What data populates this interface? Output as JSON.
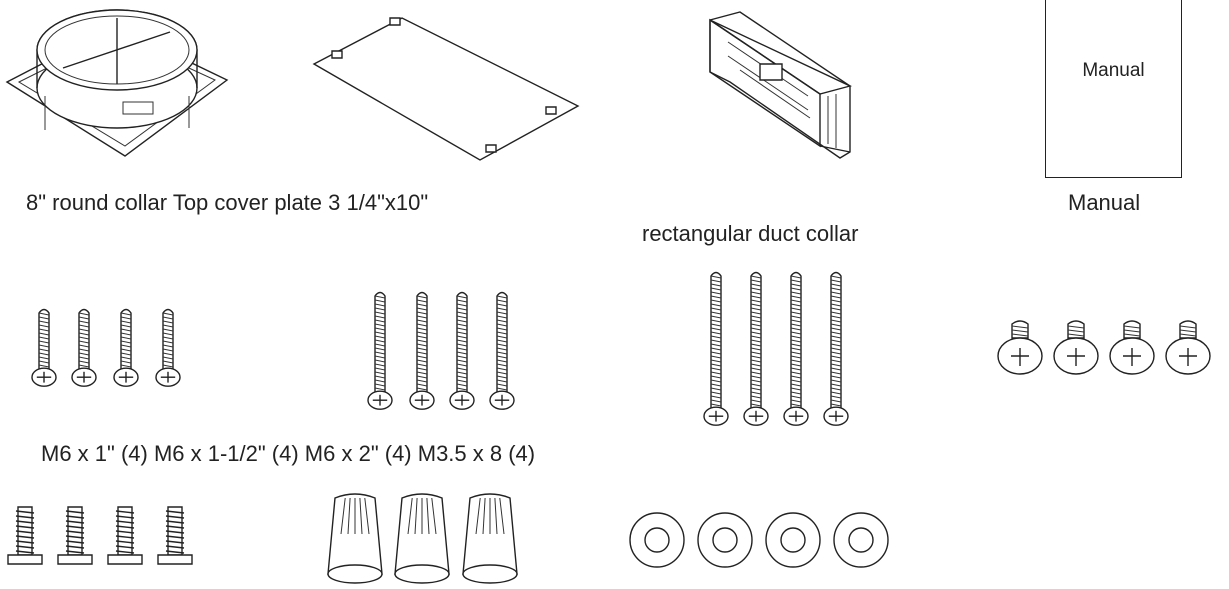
{
  "captions": {
    "collar_and_plate": "8\" round collar Top cover plate 3 1/4\"x10\"",
    "rect_collar": "rectangular duct collar",
    "manual": "Manual",
    "screws": "M6 x 1\" (4) M6 x 1-1/2\" (4) M6 x 2\" (4) M3.5 x 8 (4)"
  },
  "manual_cover_text": "Manual",
  "icons": {
    "round_collar": "round-duct-collar",
    "cover_plate": "top-cover-plate",
    "rect_collar": "rectangular-duct-collar",
    "manual": "manual-booklet",
    "screws_short": "screw",
    "screws_medium": "screw",
    "screws_long": "screw",
    "screws_small": "pan-head-screw",
    "bolts": "bolt",
    "wire_nuts": "wire-nut",
    "washers": "washer"
  }
}
